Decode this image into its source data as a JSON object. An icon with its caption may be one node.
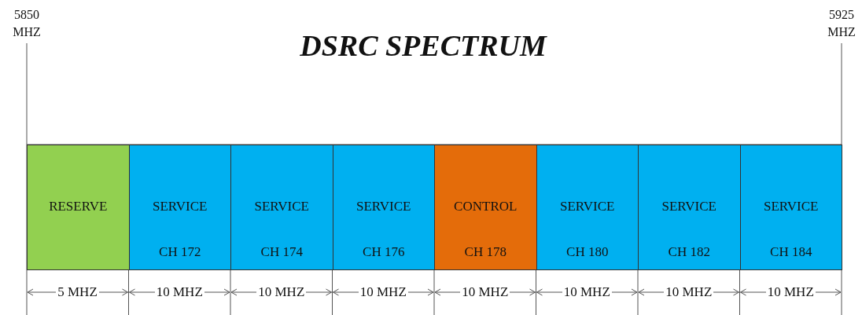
{
  "diagram": {
    "title": "DSRC SPECTRUM",
    "nodes": [
      {
        "text": [
          "RESERVE"
        ]
      },
      {
        "text": [
          "SERVICE",
          "CH 172"
        ]
      },
      {
        "text": [
          "SERVICE",
          "CH 174"
        ]
      },
      {
        "text": [
          "SERVICE",
          "CH 176"
        ]
      },
      {
        "text": [
          "CONTROL",
          "CH 178"
        ]
      },
      {
        "text": [
          "SERVICE",
          "CH 180"
        ]
      },
      {
        "text": [
          "SERVICE",
          "CH 182"
        ]
      },
      {
        "text": [
          "SERVICE",
          "CH 184"
        ]
      }
    ],
    "labels": [
      "5850 MHZ",
      "5925 MHZ",
      "5 MHZ",
      "10 MHZ",
      "10 MHZ",
      "10 MHZ",
      "10 MHZ",
      "10 MHZ",
      "10 MHZ",
      "10 MHZ"
    ]
  }
}
